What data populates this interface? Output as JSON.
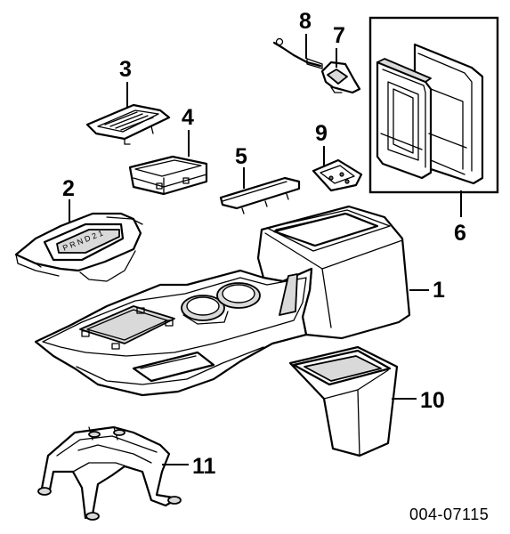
{
  "callouts": [
    {
      "id": "c1",
      "label": "1"
    },
    {
      "id": "c2",
      "label": "2"
    },
    {
      "id": "c3",
      "label": "3"
    },
    {
      "id": "c4",
      "label": "4"
    },
    {
      "id": "c5",
      "label": "5"
    },
    {
      "id": "c6",
      "label": "6"
    },
    {
      "id": "c7",
      "label": "7"
    },
    {
      "id": "c8",
      "label": "8"
    },
    {
      "id": "c9",
      "label": "9"
    },
    {
      "id": "c10",
      "label": "10"
    },
    {
      "id": "c11",
      "label": "11"
    }
  ],
  "drawing_id": "004-07115",
  "shifter_text": "P R N D 2 1"
}
